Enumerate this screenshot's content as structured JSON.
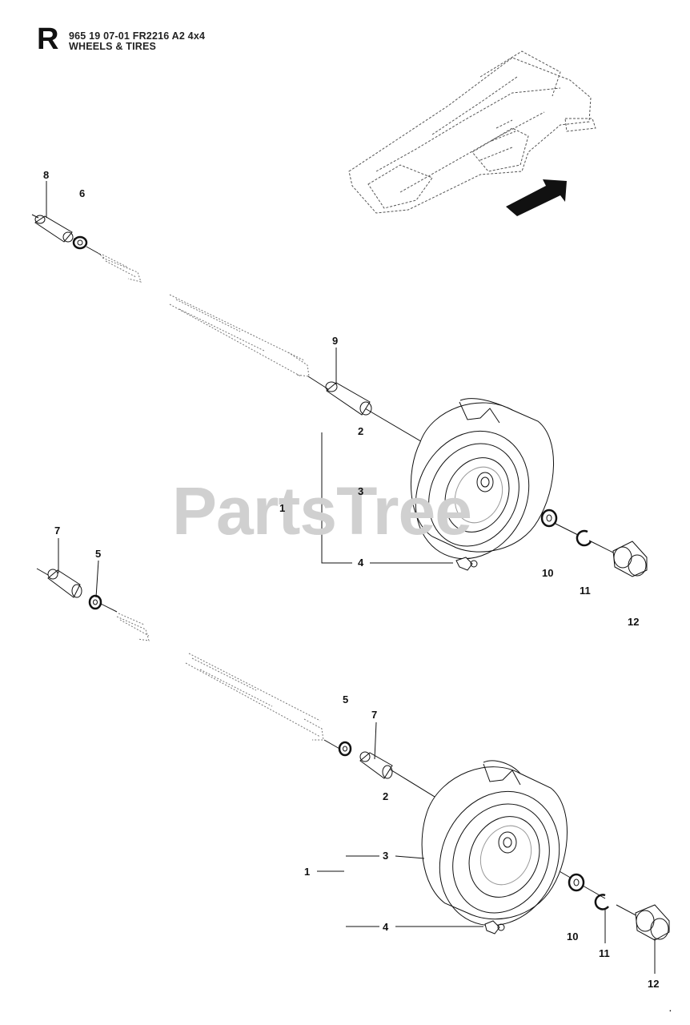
{
  "header": {
    "section_letter": "R",
    "part_code": "965 19 07-01 FR2216 A2 4x4",
    "section_title": "WHEELS & TIRES"
  },
  "watermark": "PartsTree",
  "callouts": {
    "upper": {
      "c8": "8",
      "c6": "6",
      "c9": "9",
      "c2": "2",
      "c3": "3",
      "c1": "1",
      "c4": "4",
      "c10": "10",
      "c11": "11",
      "c12": "12"
    },
    "lower": {
      "c7a": "7",
      "c5a": "5",
      "c5b": "5",
      "c7b": "7",
      "c2": "2",
      "c3": "3",
      "c1": "1",
      "c4": "4",
      "c10": "10",
      "c11": "11",
      "c12": "12"
    }
  },
  "footer_mark": "."
}
